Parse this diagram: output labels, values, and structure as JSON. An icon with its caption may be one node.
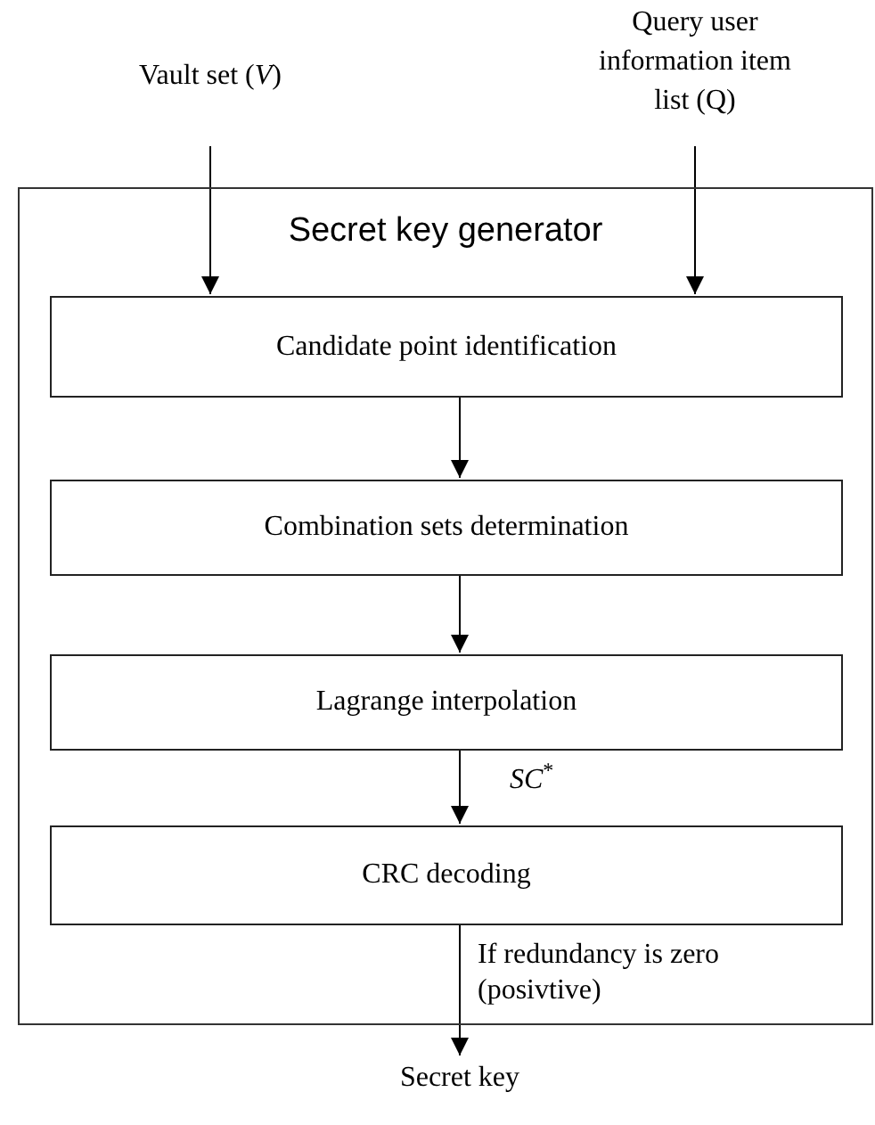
{
  "diagram": {
    "nodes": [
      {
        "text": [
          "Vault set (*V*)"
        ]
      },
      {
        "text": [
          "Query user information item list (Q)"
        ]
      },
      {
        "text": [
          "Secret key generator"
        ]
      },
      {
        "text": [
          "Candidate point identification"
        ],
        "in": 2
      },
      {
        "text": [
          "Combination sets determination"
        ],
        "in": 2
      },
      {
        "text": [
          "Lagrange interpolation"
        ],
        "in": 2
      },
      {
        "text": [
          "CRC decoding"
        ],
        "in": 2
      },
      {
        "text": [
          "Secret key"
        ]
      }
    ],
    "edges": [
      {
        "from": 0,
        "to": 3,
        "arrow": "to"
      },
      {
        "from": 1,
        "to": 3,
        "arrow": "to"
      },
      {
        "from": 3,
        "to": 4,
        "arrow": "to"
      },
      {
        "from": 4,
        "to": 5,
        "arrow": "to"
      },
      {
        "from": 5,
        "to": 6,
        "arrow": "to",
        "label": "*SC*$^{*}$"
      },
      {
        "from": 6,
        "to": 7,
        "arrow": "to",
        "label": "If redundancy is zero (posivtive)"
      }
    ]
  }
}
